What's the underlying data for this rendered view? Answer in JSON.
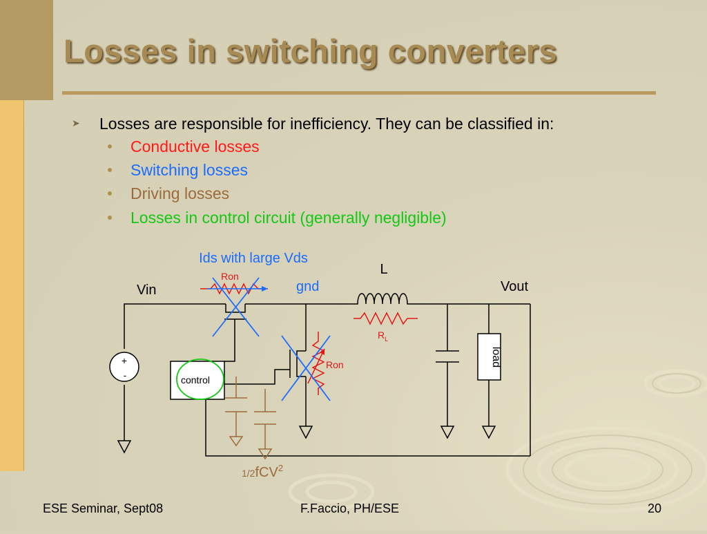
{
  "slide": {
    "title": "Losses in switching converters",
    "intro": "Losses are responsible for inefficiency. They can be classified in:",
    "loss_types": [
      {
        "label": "Conductive losses",
        "color": "#ff1a1a"
      },
      {
        "label": "Switching losses",
        "color": "#1a6cff"
      },
      {
        "label": "Driving losses",
        "color": "#9c6b3c"
      },
      {
        "label": "Losses in control circuit (generally negligible)",
        "color": "#14c814"
      }
    ]
  },
  "diagram": {
    "ids_label": "Ids with large Vds",
    "ron_top": "Ron",
    "ron_right": "Ron",
    "gnd_label": "gnd",
    "vin_label": "Vin",
    "vout_label": "Vout",
    "inductor_label": "L",
    "rl_label": "R",
    "rl_sub": "L",
    "load_label": "load",
    "control_label": "control",
    "source_plus": "+",
    "source_minus": "-",
    "formula_prefix": "1/2",
    "formula_main": "fCV",
    "formula_sup": "2",
    "colors": {
      "wire": "#000000",
      "red": "#e01818",
      "blue": "#1a6cff",
      "brown": "#9c6b3c",
      "green": "#14c814"
    }
  },
  "footer": {
    "left": "ESE Seminar, Sept08",
    "center": "F.Faccio, PH/ESE",
    "page": "20"
  }
}
